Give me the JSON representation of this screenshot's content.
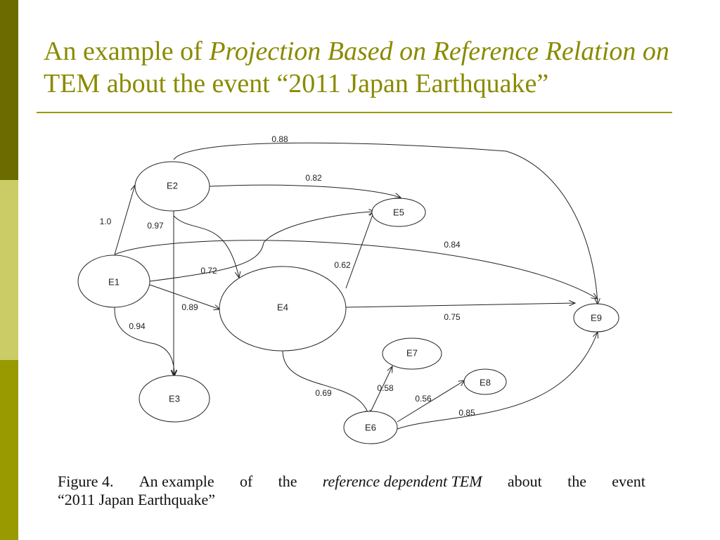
{
  "title": {
    "line1_plain": "An example of ",
    "line1_italic": "Projection Based on Reference Relation on",
    "line2": "TEM about the event “2011 Japan Earthquake”"
  },
  "nodes": {
    "e1": "E1",
    "e2": "E2",
    "e3": "E3",
    "e4": "E4",
    "e5": "E5",
    "e6": "E6",
    "e7": "E7",
    "e8": "E8",
    "e9": "E9"
  },
  "edges": {
    "e1_e2": "1.0",
    "e2_e3": "0.97",
    "e2_e5": "0.82",
    "e2_e9": "0.88",
    "e1_e5": "0.72",
    "e1_e4": "0.89",
    "e1_e3": "0.94",
    "e1_e9": "0.84",
    "e4_e5": "0.62",
    "e4_e9": "0.75",
    "e4_e6": "0.69",
    "e6_e7": "0.58",
    "e6_e8": "0.56",
    "e6_e9": "0.85"
  },
  "caption": {
    "w1": "Figure 4.",
    "w2": "An example",
    "w3": "of",
    "w4": "the",
    "w5_italic": "reference dependent TEM",
    "w6": "about",
    "w7": "the",
    "w8": "event",
    "line2": "“2011 Japan Earthquake”"
  },
  "colors": {
    "title": "#8a8a00",
    "sidebar_dark": "#6b6b00",
    "sidebar_light": "#cccc66",
    "sidebar_mid": "#999900"
  }
}
